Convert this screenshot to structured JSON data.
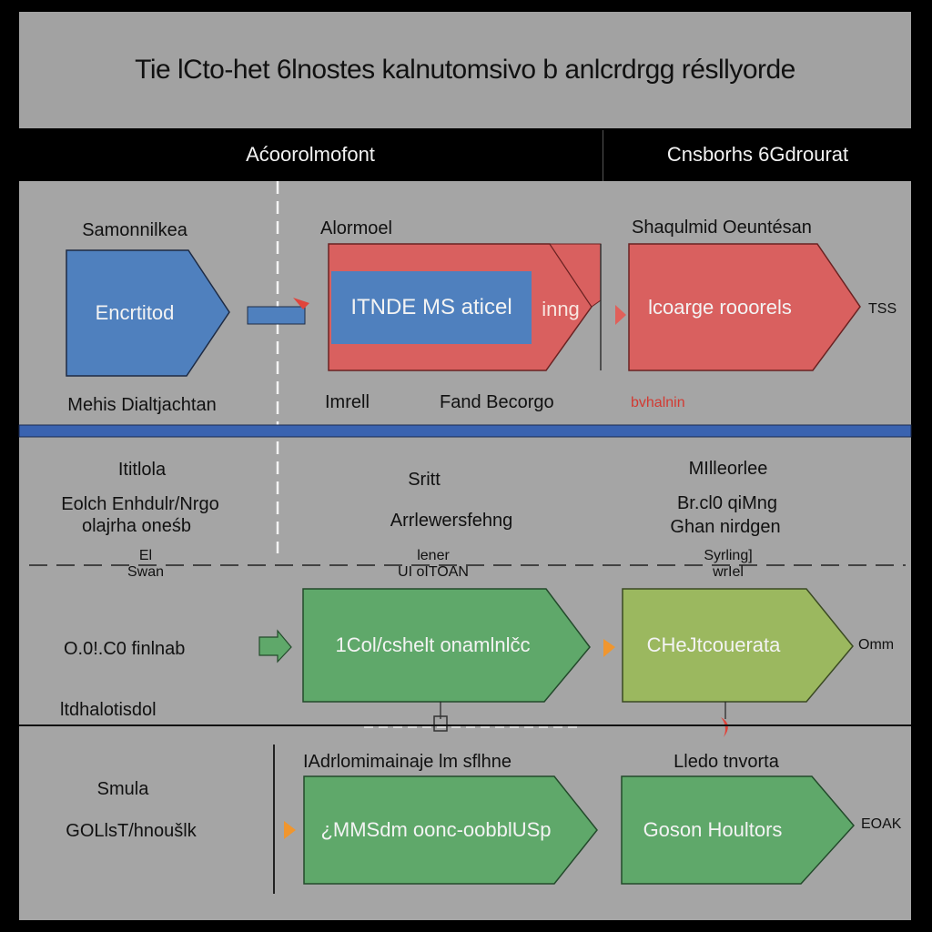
{
  "title": "Tie lCto-het 6lnostes kalnutomsivo b anlcrdrgg résllyorde",
  "header": {
    "left_label": "Aćoorolmofont",
    "right_label": "Cnsborhs 6Gdrourat"
  },
  "colors": {
    "background": "#a5a5a5",
    "frame": "#000000",
    "blue": "#4f80be",
    "red": "#d9605f",
    "green": "#5fa86a",
    "olive_green": "#9bb85f",
    "separator_blue": "#3a63b0",
    "orange_marker": "#f0962e",
    "red_marker": "#e0453c"
  },
  "row1": {
    "col1": {
      "top_label": "Samonnilkea",
      "shape_text": "Encrtitod",
      "bottom_label": "Mehis Dialtjachtan"
    },
    "col2": {
      "top_label": "Alormoel",
      "inner_text": "ITNDE MS aticel",
      "shape_tail_text": "inng",
      "bottom_left_label": "Imrell",
      "bottom_right_label": "Fand Becorgo"
    },
    "col3": {
      "top_label": "Shaqulmid Oeuntésan",
      "shape_text": "lcoarge rooorels",
      "side_label": "TSS",
      "bottom_label": "bvhalnin"
    }
  },
  "row2": {
    "col1": {
      "heading": "Ititlola",
      "line1": "Eolch Enhdulr/Nrgo",
      "line2": "olajrha oneśb",
      "foot_top": "El",
      "foot_bottom": "Swan"
    },
    "col2": {
      "heading": "Sritt",
      "line1": "Arrlewersfehng",
      "foot_top": "lener",
      "foot_bottom": "UI oITOAN"
    },
    "col3": {
      "heading": "MIlleorlee",
      "line1": "Br.cl0 qiMng",
      "line2": "Ghan nirdgen",
      "foot_top": "Syrling]",
      "foot_bottom": "wrIel"
    }
  },
  "row3": {
    "left_label": "O.0!.C0 finlnab",
    "bottom_label": "ltdhalotisdol",
    "green_shape_text": "1Col/cshelt onamlnlčc",
    "olive_shape_text": "CHeJtcouerata",
    "side_label": "Omm"
  },
  "row4": {
    "left_heading": "Smula",
    "left_label": "GOLlsT/hnoušlk",
    "mid_top_label": "IAdrlomimainaje lm sflhne",
    "mid_shape_text": "¿MMSdm oonc-oobblUSp",
    "right_top_label": "Lledo tnvorta",
    "right_shape_text": "Goson Houltors",
    "side_label": "EOAK"
  }
}
